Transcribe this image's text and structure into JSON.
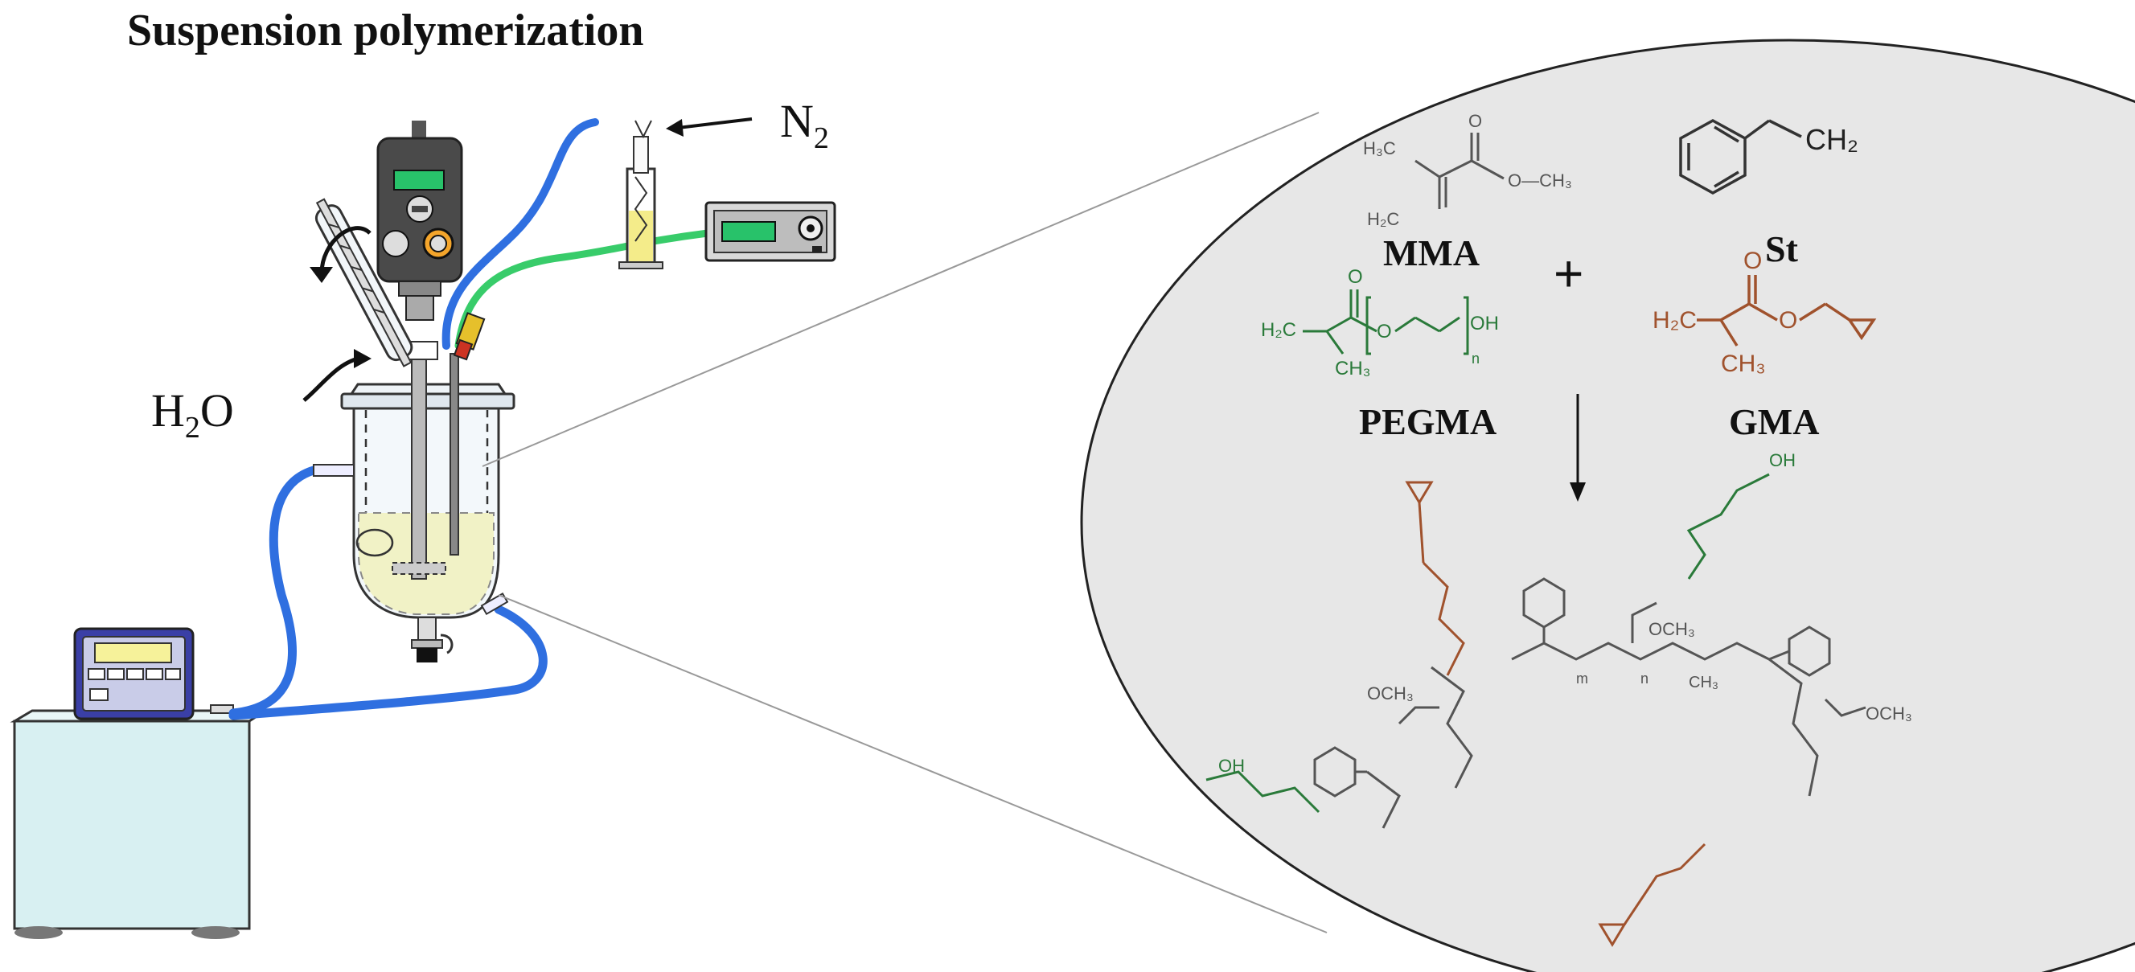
{
  "title": "Suspension polymerization",
  "labels": {
    "n2": "N",
    "n2_sub": "2",
    "water_main": "H",
    "water_sub": "2",
    "water_tail": "O"
  },
  "monomers": {
    "mma": "MMA",
    "st": "St",
    "pegma": "PEGMA",
    "gma": "GMA",
    "plus": "+"
  },
  "chem_text": {
    "h3c": "H₃C",
    "h2c": "H₂C",
    "o": "O",
    "och3": "O—CH₃",
    "ch2": "CH₂",
    "oh": "OH",
    "ch3": "CH₃",
    "n": "n",
    "m": "m",
    "och3_short": "OCH₃"
  },
  "colors": {
    "tube_blue": "#2f6fe0",
    "tube_green": "#38cc6a",
    "pegma_green": "#2a7a3a",
    "gma_brown": "#a0522d",
    "bath_fill": "#d8f0f2",
    "liquid": "#f1f2c6",
    "circle_fill": "#e7e7e7",
    "display_green": "#28c26a"
  },
  "icons": [
    "thermostat-bath-icon",
    "reactor-vessel-icon",
    "stirrer-motor-icon",
    "condenser-icon",
    "bubbler-icon",
    "flow-meter-icon"
  ]
}
